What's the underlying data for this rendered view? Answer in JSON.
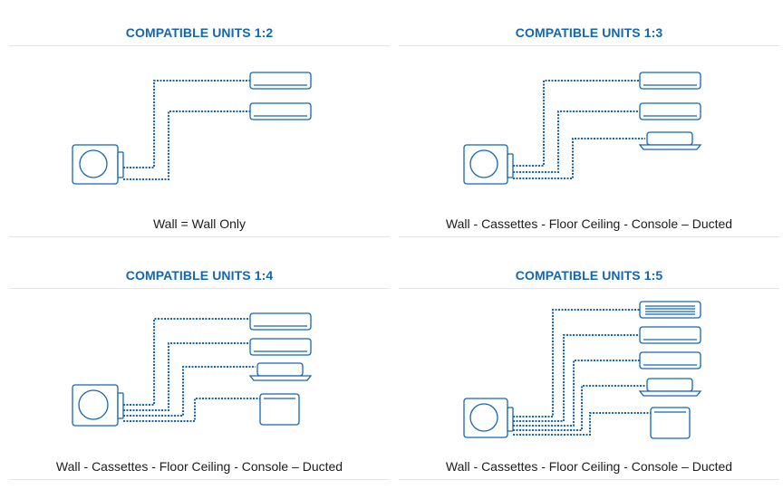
{
  "accent_color": "#1466b0",
  "panels": [
    {
      "title": "COMPATIBLE UNITS 1:2",
      "caption": "Wall = Wall Only",
      "indoor_units": [
        "wall-unit",
        "wall-unit"
      ]
    },
    {
      "title": "COMPATIBLE UNITS 1:3",
      "caption": "Wall - Cassettes - Floor Ceiling - Console – Ducted",
      "indoor_units": [
        "wall-unit",
        "wall-unit",
        "cassette-unit"
      ]
    },
    {
      "title": "COMPATIBLE UNITS 1:4",
      "caption": "Wall - Cassettes - Floor Ceiling - Console – Ducted",
      "indoor_units": [
        "wall-unit",
        "wall-unit",
        "cassette-unit",
        "console-unit"
      ]
    },
    {
      "title": "COMPATIBLE UNITS 1:5",
      "caption": "Wall - Cassettes - Floor Ceiling - Console – Ducted",
      "indoor_units": [
        "ducted-unit",
        "wall-unit",
        "wall-unit",
        "cassette-unit",
        "console-unit"
      ]
    }
  ]
}
